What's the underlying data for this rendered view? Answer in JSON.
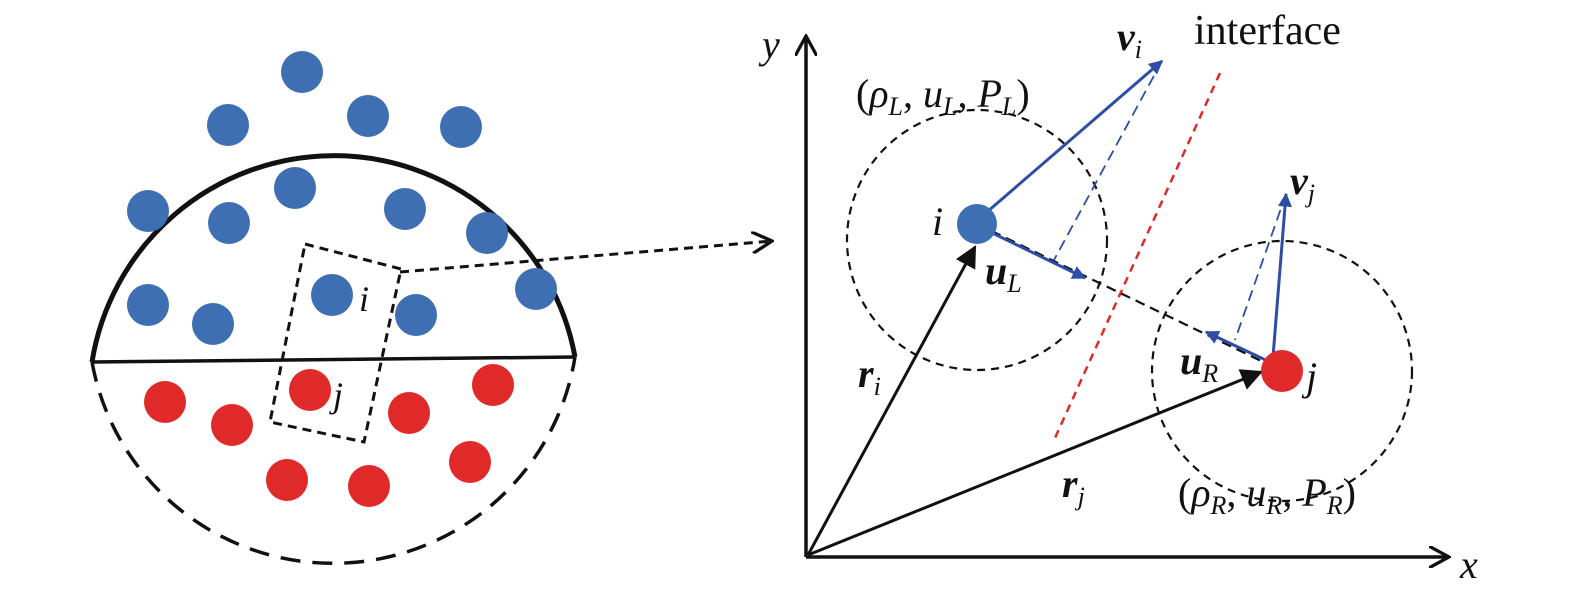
{
  "colors": {
    "region_L": "#3f6fb3",
    "region_R": "#e02a2a",
    "vector_blue": "#2e4ea6",
    "interface_line": "#e02a2a",
    "ink": "#111111"
  },
  "left_panel": {
    "particle_i_label": "i",
    "particle_j_label": "j"
  },
  "right_panel": {
    "axis_x_label": "x",
    "axis_y_label": "y",
    "interface_label": "interface",
    "particle_i_label": "i",
    "particle_j_label": "j",
    "v_i": {
      "symbol": "v",
      "sub": "i"
    },
    "v_j": {
      "symbol": "v",
      "sub": "j"
    },
    "u_L": {
      "symbol": "u",
      "sub": "L"
    },
    "u_R": {
      "symbol": "u",
      "sub": "R"
    },
    "r_i": {
      "symbol": "r",
      "sub": "i"
    },
    "r_j": {
      "symbol": "r",
      "sub": "j"
    },
    "state_L": {
      "open": "(",
      "rho": "ρ",
      "u": "u",
      "P": "P",
      "sub": "L",
      "sep": ", ",
      "close": ")"
    },
    "state_R": {
      "open": "(",
      "rho": "ρ",
      "u": "u",
      "P": "P",
      "sub": "R",
      "sep": ", ",
      "close": ")"
    }
  }
}
